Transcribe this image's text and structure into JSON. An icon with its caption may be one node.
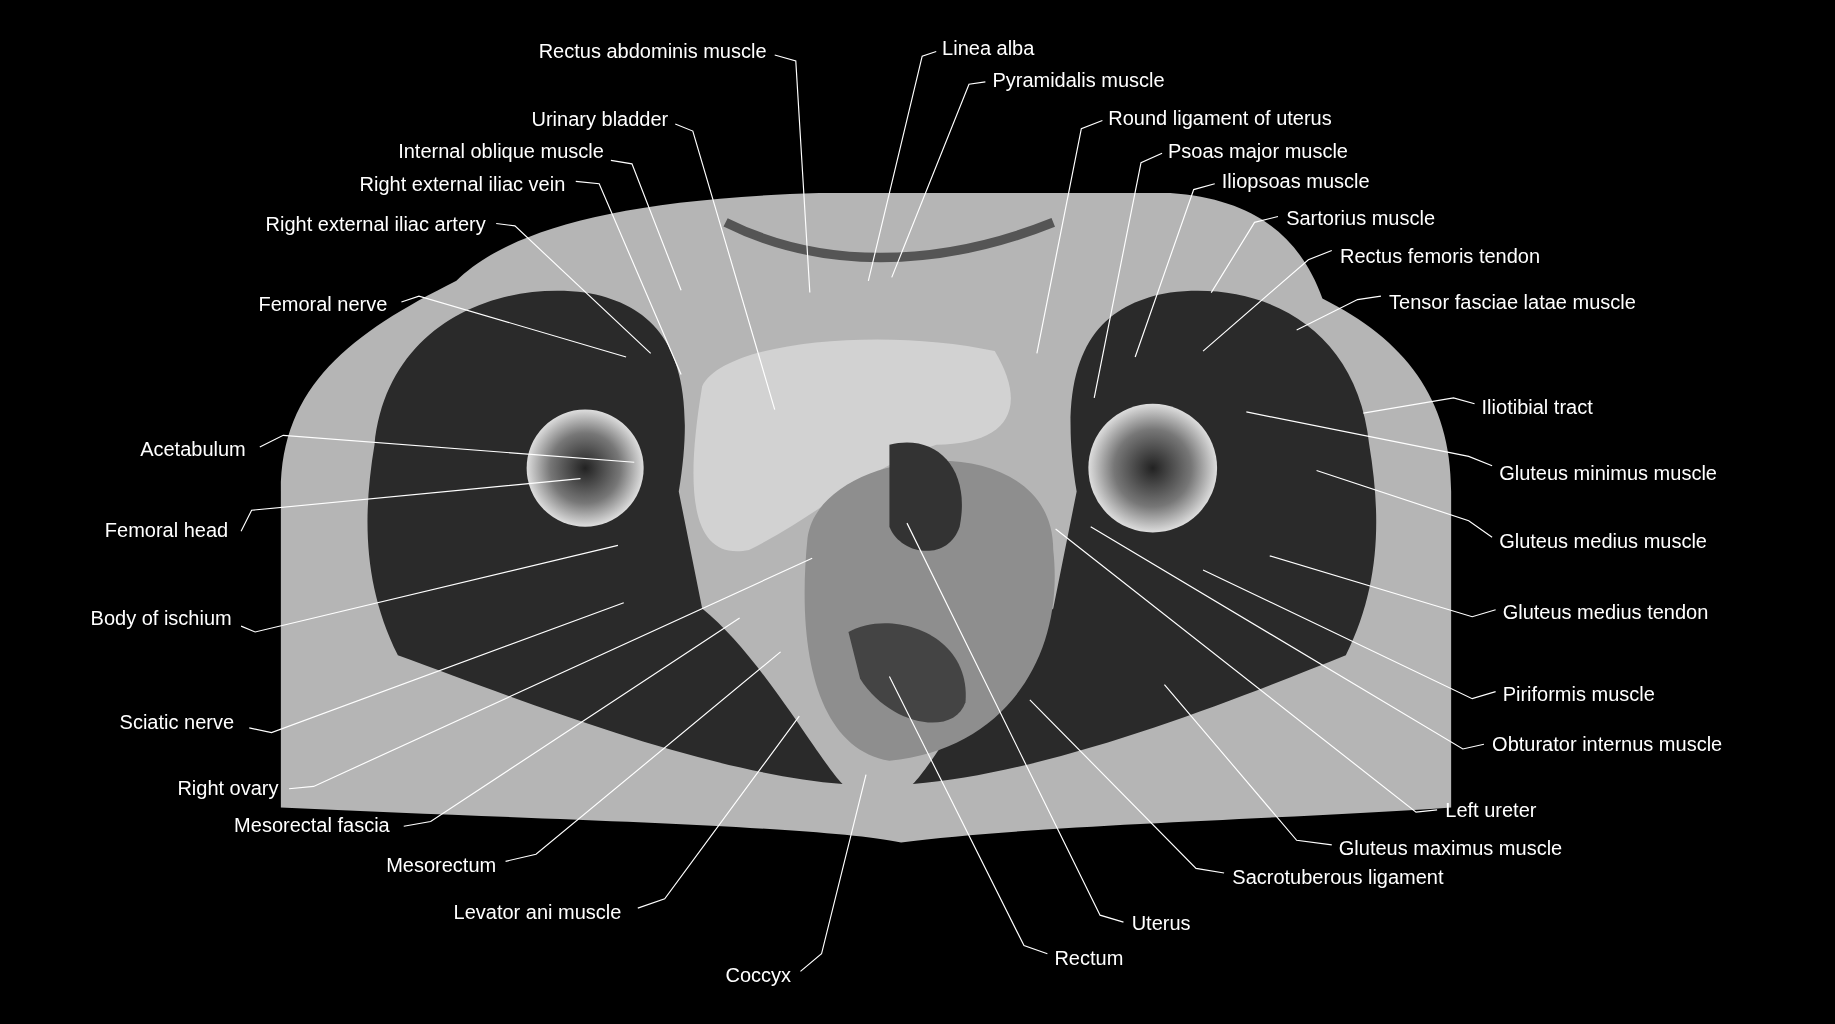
{
  "diagram": {
    "nodes": [
      {
        "text": [
          "Rectus abdominis muscle"
        ]
      },
      {
        "text": [
          "Linea alba"
        ]
      },
      {
        "text": [
          "Pyramidalis muscle"
        ]
      },
      {
        "text": [
          "Urinary bladder"
        ]
      },
      {
        "text": [
          "Internal oblique muscle"
        ]
      },
      {
        "text": [
          "Right external iliac vein"
        ]
      },
      {
        "text": [
          "Right external iliac artery"
        ]
      },
      {
        "text": [
          "Femoral nerve"
        ]
      },
      {
        "text": [
          "Round ligament of uterus"
        ]
      },
      {
        "text": [
          "Psoas major muscle"
        ]
      },
      {
        "text": [
          "Iliopsoas muscle"
        ]
      },
      {
        "text": [
          "Sartorius muscle"
        ]
      },
      {
        "text": [
          "Rectus femoris tendon"
        ]
      },
      {
        "text": [
          "Tensor fasciae latae muscle"
        ]
      },
      {
        "text": [
          "Iliotibial tract"
        ]
      },
      {
        "text": [
          "Gluteus minimus muscle"
        ]
      },
      {
        "text": [
          "Gluteus medius muscle"
        ]
      },
      {
        "text": [
          "Gluteus medius tendon"
        ]
      },
      {
        "text": [
          "Piriformis muscle"
        ]
      },
      {
        "text": [
          "Obturator internus muscle"
        ]
      },
      {
        "text": [
          "Left ureter"
        ]
      },
      {
        "text": [
          "Gluteus maximus muscle"
        ]
      },
      {
        "text": [
          "Sacrotuberous ligament"
        ]
      },
      {
        "text": [
          "Uterus"
        ]
      },
      {
        "text": [
          "Rectum"
        ]
      },
      {
        "text": [
          "Coccyx"
        ]
      },
      {
        "text": [
          "Levator ani muscle"
        ]
      },
      {
        "text": [
          "Mesorectum"
        ]
      },
      {
        "text": [
          "Mesorectal fascia"
        ]
      },
      {
        "text": [
          "Right ovary"
        ]
      },
      {
        "text": [
          "Sciatic nerve"
        ]
      },
      {
        "text": [
          "Body of ischium"
        ]
      },
      {
        "text": [
          "Femoral head"
        ]
      },
      {
        "text": [
          "Acetabulum"
        ]
      }
    ],
    "edges": [
      {
        "from": 0,
        "to": null,
        "arrow": "none"
      },
      {
        "from": 1,
        "to": null,
        "arrow": "none"
      },
      {
        "from": 2,
        "to": null,
        "arrow": "none"
      },
      {
        "from": 3,
        "to": null,
        "arrow": "none"
      },
      {
        "from": 4,
        "to": null,
        "arrow": "none"
      },
      {
        "from": 5,
        "to": null,
        "arrow": "none"
      },
      {
        "from": 6,
        "to": null,
        "arrow": "none"
      },
      {
        "from": 7,
        "to": null,
        "arrow": "none"
      },
      {
        "from": 8,
        "to": null,
        "arrow": "none"
      },
      {
        "from": 9,
        "to": null,
        "arrow": "none"
      },
      {
        "from": 10,
        "to": null,
        "arrow": "none"
      },
      {
        "from": 11,
        "to": null,
        "arrow": "none"
      },
      {
        "from": 12,
        "to": null,
        "arrow": "none"
      },
      {
        "from": 13,
        "to": null,
        "arrow": "none"
      },
      {
        "from": 14,
        "to": null,
        "arrow": "none"
      },
      {
        "from": 15,
        "to": null,
        "arrow": "none"
      },
      {
        "from": 16,
        "to": null,
        "arrow": "none"
      },
      {
        "from": 17,
        "to": null,
        "arrow": "none"
      },
      {
        "from": 18,
        "to": null,
        "arrow": "none"
      },
      {
        "from": 19,
        "to": null,
        "arrow": "none"
      },
      {
        "from": 20,
        "to": null,
        "arrow": "none"
      },
      {
        "from": 21,
        "to": null,
        "arrow": "none"
      },
      {
        "from": 22,
        "to": null,
        "arrow": "none"
      },
      {
        "from": 23,
        "to": null,
        "arrow": "none"
      },
      {
        "from": 24,
        "to": null,
        "arrow": "none"
      },
      {
        "from": 25,
        "to": null,
        "arrow": "none"
      },
      {
        "from": 26,
        "to": null,
        "arrow": "none"
      },
      {
        "from": 27,
        "to": null,
        "arrow": "none"
      },
      {
        "from": 28,
        "to": null,
        "arrow": "none"
      },
      {
        "from": 29,
        "to": null,
        "arrow": "none"
      },
      {
        "from": 30,
        "to": null,
        "arrow": "none"
      },
      {
        "from": 31,
        "to": null,
        "arrow": "none"
      },
      {
        "from": 32,
        "to": null,
        "arrow": "none"
      },
      {
        "from": 33,
        "to": null,
        "arrow": "none"
      }
    ]
  }
}
